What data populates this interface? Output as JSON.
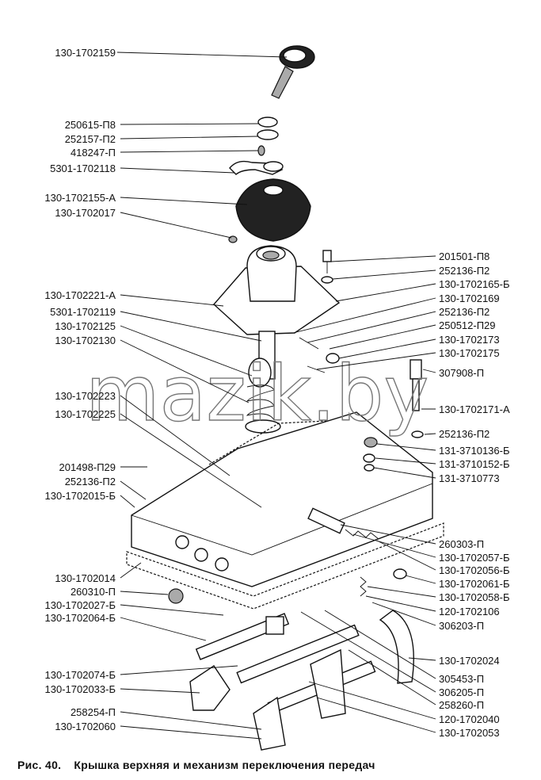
{
  "figure": {
    "number": "Рис. 40.",
    "caption": "Крышка верхняя и механизм переключения передач"
  },
  "watermark": "mazik.by",
  "labels_left": [
    "130-1702159",
    "250615-П8",
    "252157-П2",
    "418247-П",
    "5301-1702118",
    "130-1702155-А",
    "130-1702017",
    "130-1702221-А",
    "5301-1702119",
    "130-1702125",
    "130-1702130",
    "130-1702223",
    "130-1702225",
    "201498-П29",
    "252136-П2",
    "130-1702015-Б",
    "130-1702014",
    "260310-П",
    "130-1702027-Б",
    "130-1702064-Б",
    "130-1702074-Б",
    "130-1702033-Б",
    "258254-П",
    "130-1702060"
  ],
  "labels_right": [
    "201501-П8",
    "252136-П2",
    "130-1702165-Б",
    "130-1702169",
    "252136-П2",
    "250512-П29",
    "130-1702173",
    "130-1702175",
    "307908-П",
    "130-1702171-А",
    "252136-П2",
    "131-3710136-Б",
    "131-3710152-Б",
    "131-3710773",
    "260303-П",
    "130-1702057-Б",
    "130-1702056-Б",
    "130-1702061-Б",
    "130-1702058-Б",
    "120-1702106",
    "306203-П",
    "130-1702024",
    "305453-П",
    "306205-П",
    "258260-П",
    "120-1702040",
    "130-1702053"
  ]
}
